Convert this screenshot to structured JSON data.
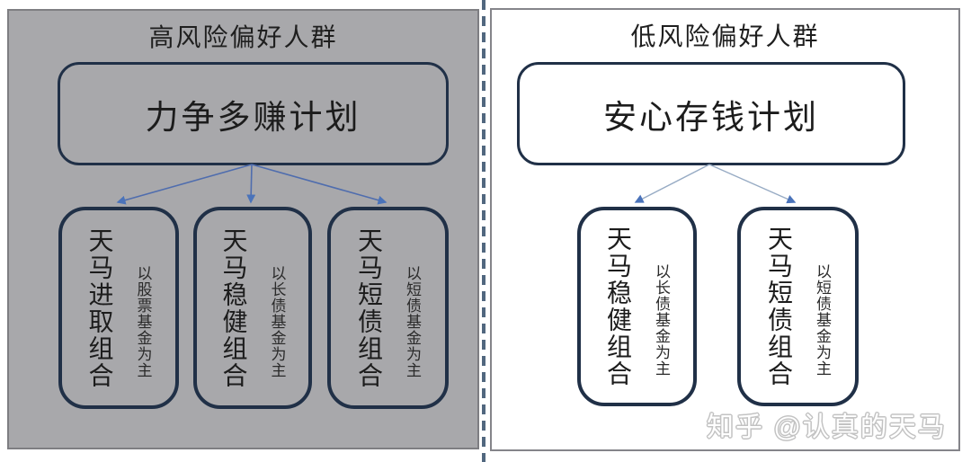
{
  "diagram": {
    "panels": [
      {
        "title": "高风险偏好人群",
        "plan": "力争多赚计划",
        "groups": [
          {
            "name": "天马进取组合",
            "note": "以股票基金为主"
          },
          {
            "name": "天马稳健组合",
            "note": "以长债基金为主"
          },
          {
            "name": "天马短债组合",
            "note": "以短债基金为主"
          }
        ]
      },
      {
        "title": "低风险偏好人群",
        "plan": "安心存钱计划",
        "groups": [
          {
            "name": "天马稳健组合",
            "note": "以长债基金为主"
          },
          {
            "name": "天马短债组合",
            "note": "以短债基金为主"
          }
        ]
      }
    ],
    "watermark": "知乎 @认真的天马",
    "colors": {
      "high_risk_panel_bg": "#a8a8ab",
      "high_risk_panel_border": "#7e7e82",
      "low_risk_panel_bg": "#ffffff",
      "low_risk_panel_border": "#85858a",
      "node_border": "#203047",
      "divider_dash": "#51677f",
      "arrow_line_left": "#4f6dae",
      "arrow_line_right": "#97abc4",
      "arrow_head": "#4a73ba",
      "text": "#1c1c1c",
      "watermark_outline": "#c2c2c2"
    }
  }
}
